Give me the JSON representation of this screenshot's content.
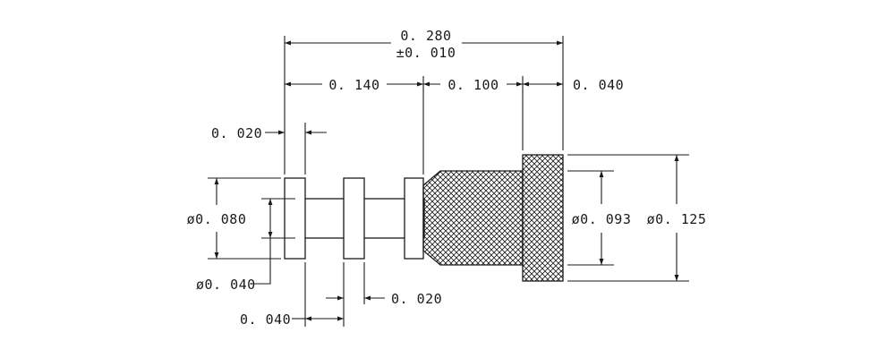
{
  "dimensions": {
    "overall_length": "0. 280",
    "overall_tolerance": "±0. 010",
    "len_front": "0. 140",
    "len_knurl": "0. 100",
    "len_head": "0. 040",
    "flange_thickness": "0. 020",
    "flange_dia": "ø0. 080",
    "shank_dia": "ø0. 040",
    "flange_spacing": "0. 040",
    "flange_thickness_2": "0. 020",
    "knurl_dia": "ø0. 093",
    "head_dia": "ø0. 125"
  }
}
